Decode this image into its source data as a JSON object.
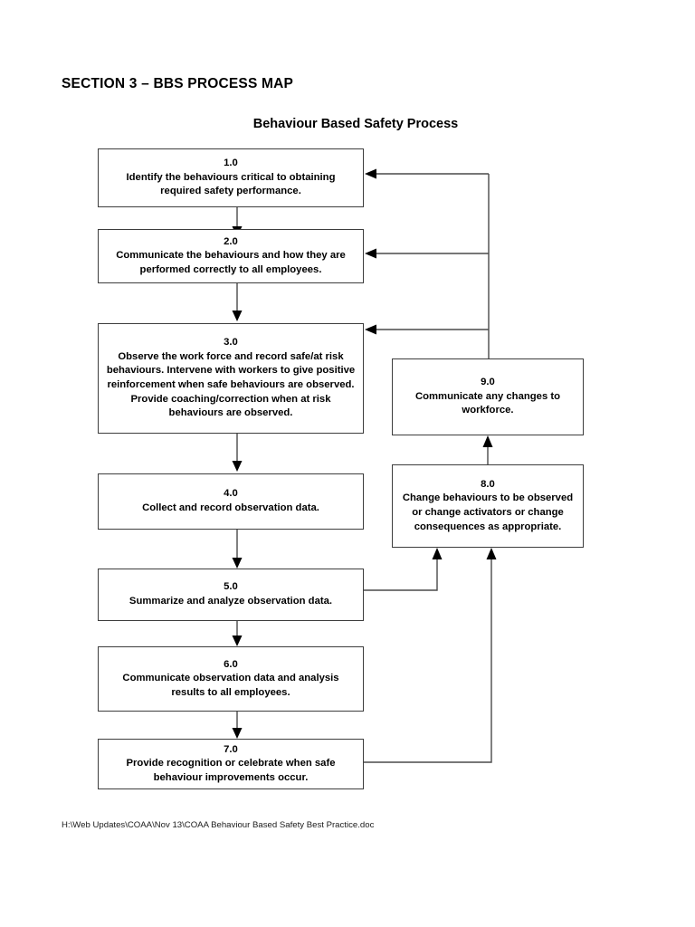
{
  "document": {
    "section_title": "SECTION 3 – BBS PROCESS MAP",
    "diagram_title": "Behaviour Based Safety Process",
    "footer_path": "H:\\Web Updates\\COAA\\Nov 13\\COAA Behaviour Based Safety Best Practice.doc"
  },
  "colors": {
    "page_background": "#ffffff",
    "box_border": "#3d3d3d",
    "connector": "#4a4a4a",
    "arrowhead": "#000000",
    "text": "#000000"
  },
  "chart_data": {
    "type": "diagram",
    "title": "Behaviour Based Safety Process",
    "nodes": [
      {
        "id": "1.0",
        "number": "1.0",
        "text": "Identify the behaviours critical to obtaining required safety performance."
      },
      {
        "id": "2.0",
        "number": "2.0",
        "text": "Communicate the behaviours and how they are performed correctly to all employees."
      },
      {
        "id": "3.0",
        "number": "3.0",
        "text": "Observe the work force and record safe/at risk behaviours. Intervene with workers to give positive reinforcement when safe behaviours are observed.  Provide coaching/correction when at risk behaviours are observed."
      },
      {
        "id": "4.0",
        "number": "4.0",
        "text": "Collect and record observation data."
      },
      {
        "id": "5.0",
        "number": "5.0",
        "text": "Summarize and analyze observation data."
      },
      {
        "id": "6.0",
        "number": "6.0",
        "text": "Communicate observation data and analysis results to all employees."
      },
      {
        "id": "7.0",
        "number": "7.0",
        "text": "Provide recognition or celebrate when safe behaviour improvements occur."
      },
      {
        "id": "8.0",
        "number": "8.0",
        "text": "Change behaviours to be observed or change activators or change consequences as appropriate."
      },
      {
        "id": "9.0",
        "number": "9.0",
        "text": "Communicate any changes to workforce."
      }
    ],
    "edges": [
      {
        "from": "1.0",
        "to": "2.0",
        "kind": "sequence"
      },
      {
        "from": "2.0",
        "to": "3.0",
        "kind": "sequence"
      },
      {
        "from": "3.0",
        "to": "4.0",
        "kind": "sequence"
      },
      {
        "from": "4.0",
        "to": "5.0",
        "kind": "sequence"
      },
      {
        "from": "5.0",
        "to": "6.0",
        "kind": "sequence"
      },
      {
        "from": "6.0",
        "to": "7.0",
        "kind": "sequence"
      },
      {
        "from": "5.0",
        "to": "8.0",
        "kind": "feedback"
      },
      {
        "from": "7.0",
        "to": "8.0",
        "kind": "feedback"
      },
      {
        "from": "8.0",
        "to": "9.0",
        "kind": "sequence"
      },
      {
        "from": "9.0",
        "to": "1.0",
        "kind": "feedback"
      },
      {
        "from": "9.0",
        "to": "2.0",
        "kind": "feedback"
      },
      {
        "from": "9.0",
        "to": "3.0",
        "kind": "feedback"
      }
    ]
  }
}
